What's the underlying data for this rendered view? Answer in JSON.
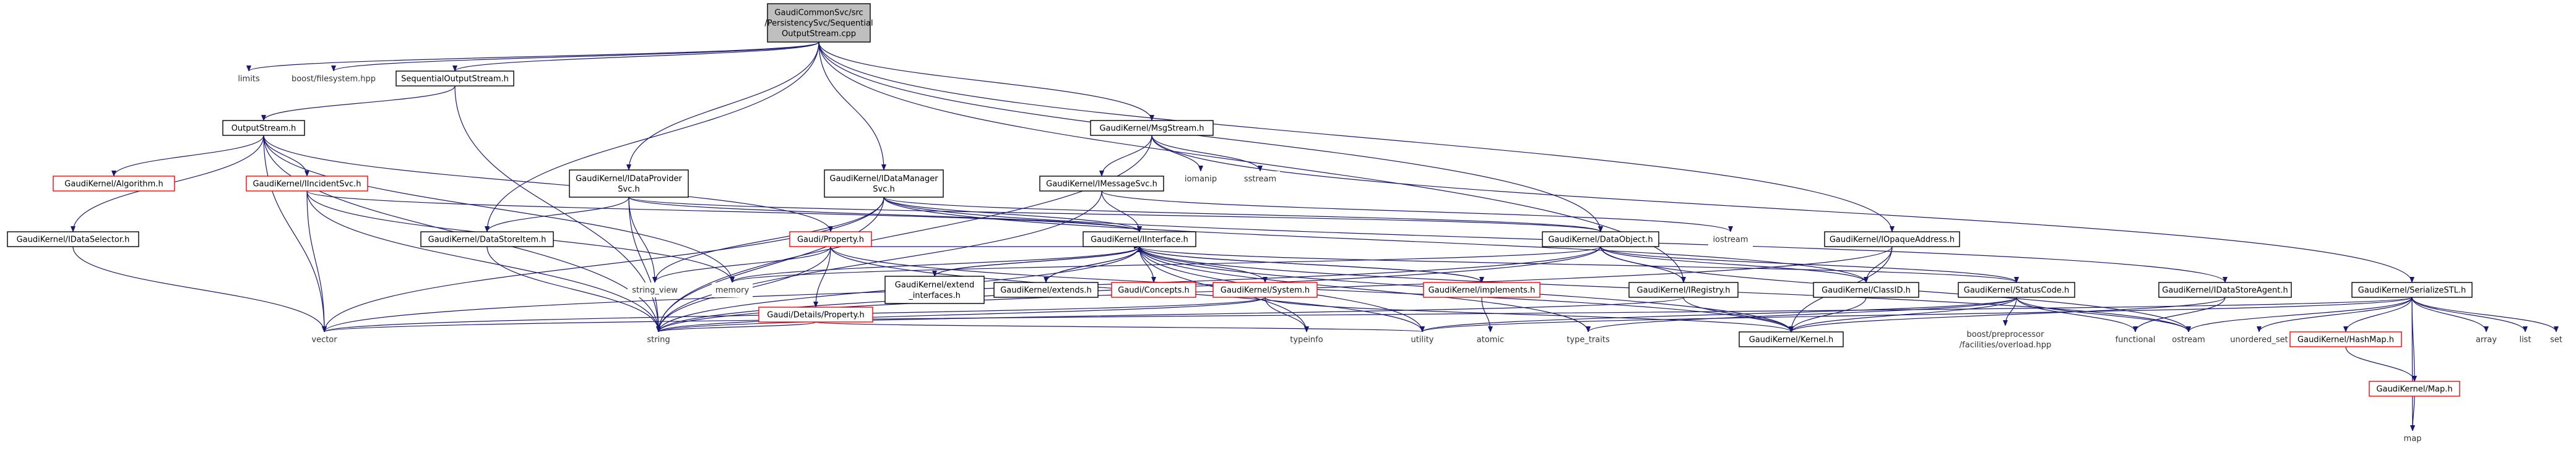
{
  "diagram": {
    "title": "",
    "colors": {
      "edge": "#191970",
      "root_fill": "#bfbfbf",
      "root_stroke": "#000000",
      "normal_stroke": "#000000",
      "incomplete_stroke": "#ff0000",
      "text": "#000000"
    },
    "nodes": [
      {
        "id": "root",
        "lines": [
          "GaudiCommonSvc/src",
          "/PersistencySvc/Sequential",
          "OutputStream.cpp"
        ],
        "style": "root"
      },
      {
        "id": "limits",
        "lines": [
          "limits"
        ],
        "style": "plain"
      },
      {
        "id": "boostfs",
        "lines": [
          "boost/filesystem.hpp"
        ],
        "style": "plain"
      },
      {
        "id": "seqos",
        "lines": [
          "SequentialOutputStream.h"
        ],
        "style": "box"
      },
      {
        "id": "msgstream",
        "lines": [
          "GaudiKernel/MsgStream.h"
        ],
        "style": "box"
      },
      {
        "id": "outputstream",
        "lines": [
          "OutputStream.h"
        ],
        "style": "box"
      },
      {
        "id": "iomanip",
        "lines": [
          "iomanip"
        ],
        "style": "plain"
      },
      {
        "id": "sstream",
        "lines": [
          "sstream"
        ],
        "style": "plain"
      },
      {
        "id": "idataprovider",
        "lines": [
          "GaudiKernel/IDataProvider",
          "Svc.h"
        ],
        "style": "box"
      },
      {
        "id": "idatamanager",
        "lines": [
          "GaudiKernel/IDataManager",
          "Svc.h"
        ],
        "style": "box"
      },
      {
        "id": "imessagesvc",
        "lines": [
          "GaudiKernel/IMessageSvc.h"
        ],
        "style": "box"
      },
      {
        "id": "algorithm",
        "lines": [
          "GaudiKernel/Algorithm.h"
        ],
        "style": "incomplete"
      },
      {
        "id": "iincidentsvc",
        "lines": [
          "GaudiKernel/IIncidentSvc.h"
        ],
        "style": "incomplete"
      },
      {
        "id": "iinterface",
        "lines": [
          "GaudiKernel/IInterface.h"
        ],
        "style": "box"
      },
      {
        "id": "dataobject",
        "lines": [
          "GaudiKernel/DataObject.h"
        ],
        "style": "box"
      },
      {
        "id": "iostream",
        "lines": [
          "iostream"
        ],
        "style": "plain"
      },
      {
        "id": "iopaque",
        "lines": [
          "GaudiKernel/IOpaqueAddress.h"
        ],
        "style": "box"
      },
      {
        "id": "idataselector",
        "lines": [
          "GaudiKernel/IDataSelector.h"
        ],
        "style": "box"
      },
      {
        "id": "datastoreitem",
        "lines": [
          "GaudiKernel/DataStoreItem.h"
        ],
        "style": "box"
      },
      {
        "id": "gproperty",
        "lines": [
          "Gaudi/Property.h"
        ],
        "style": "incomplete"
      },
      {
        "id": "memory",
        "lines": [
          "memory"
        ],
        "style": "plain"
      },
      {
        "id": "stringview",
        "lines": [
          "string_view"
        ],
        "style": "plain"
      },
      {
        "id": "extendif",
        "lines": [
          "GaudiKernel/extend",
          "_interfaces.h"
        ],
        "style": "box"
      },
      {
        "id": "extends",
        "lines": [
          "GaudiKernel/extends.h"
        ],
        "style": "box"
      },
      {
        "id": "concepts",
        "lines": [
          "Gaudi/Concepts.h"
        ],
        "style": "incomplete"
      },
      {
        "id": "detailsprop",
        "lines": [
          "Gaudi/Details/Property.h"
        ],
        "style": "incomplete"
      },
      {
        "id": "system",
        "lines": [
          "GaudiKernel/System.h"
        ],
        "style": "incomplete"
      },
      {
        "id": "implements",
        "lines": [
          "GaudiKernel/implements.h"
        ],
        "style": "incomplete"
      },
      {
        "id": "iregistry",
        "lines": [
          "GaudiKernel/IRegistry.h"
        ],
        "style": "box"
      },
      {
        "id": "classid",
        "lines": [
          "GaudiKernel/ClassID.h"
        ],
        "style": "box"
      },
      {
        "id": "statuscode",
        "lines": [
          "GaudiKernel/StatusCode.h"
        ],
        "style": "box"
      },
      {
        "id": "idatastoreagent",
        "lines": [
          "GaudiKernel/IDataStoreAgent.h"
        ],
        "style": "box"
      },
      {
        "id": "serializestl",
        "lines": [
          "GaudiKernel/SerializeSTL.h"
        ],
        "style": "box"
      },
      {
        "id": "vector",
        "lines": [
          "vector"
        ],
        "style": "plain"
      },
      {
        "id": "string",
        "lines": [
          "string"
        ],
        "style": "plain"
      },
      {
        "id": "typeinfo",
        "lines": [
          "typeinfo"
        ],
        "style": "plain"
      },
      {
        "id": "utility",
        "lines": [
          "utility"
        ],
        "style": "plain"
      },
      {
        "id": "atomic",
        "lines": [
          "atomic"
        ],
        "style": "plain"
      },
      {
        "id": "typetraits",
        "lines": [
          "type_traits"
        ],
        "style": "plain"
      },
      {
        "id": "kernel",
        "lines": [
          "GaudiKernel/Kernel.h"
        ],
        "style": "box"
      },
      {
        "id": "boostpp",
        "lines": [
          "boost/preprocessor",
          "/facilities/overload.hpp"
        ],
        "style": "plain"
      },
      {
        "id": "functional",
        "lines": [
          "functional"
        ],
        "style": "plain"
      },
      {
        "id": "ostream",
        "lines": [
          "ostream"
        ],
        "style": "plain"
      },
      {
        "id": "unorderedset",
        "lines": [
          "unordered_set"
        ],
        "style": "plain"
      },
      {
        "id": "hashmap",
        "lines": [
          "GaudiKernel/HashMap.h"
        ],
        "style": "incomplete"
      },
      {
        "id": "array",
        "lines": [
          "array"
        ],
        "style": "plain"
      },
      {
        "id": "list",
        "lines": [
          "list"
        ],
        "style": "plain"
      },
      {
        "id": "set",
        "lines": [
          "set"
        ],
        "style": "plain"
      },
      {
        "id": "gkmap",
        "lines": [
          "GaudiKernel/Map.h"
        ],
        "style": "incomplete"
      },
      {
        "id": "map",
        "lines": [
          "map"
        ],
        "style": "plain"
      }
    ],
    "edges": [
      [
        "root",
        "limits"
      ],
      [
        "root",
        "boostfs"
      ],
      [
        "root",
        "seqos"
      ],
      [
        "root",
        "msgstream"
      ],
      [
        "root",
        "idataprovider"
      ],
      [
        "root",
        "idatamanager"
      ],
      [
        "root",
        "dataobject"
      ],
      [
        "root",
        "iopaque"
      ],
      [
        "root",
        "datastoreitem"
      ],
      [
        "root",
        "iregistry"
      ],
      [
        "seqos",
        "outputstream"
      ],
      [
        "seqos",
        "string"
      ],
      [
        "outputstream",
        "idataselector"
      ],
      [
        "outputstream",
        "algorithm"
      ],
      [
        "outputstream",
        "iincidentsvc"
      ],
      [
        "outputstream",
        "gproperty"
      ],
      [
        "outputstream",
        "memory"
      ],
      [
        "outputstream",
        "vector"
      ],
      [
        "outputstream",
        "string"
      ],
      [
        "msgstream",
        "imessagesvc"
      ],
      [
        "msgstream",
        "iomanip"
      ],
      [
        "msgstream",
        "sstream"
      ],
      [
        "msgstream",
        "serializestl"
      ],
      [
        "msgstream",
        "string"
      ],
      [
        "idataprovider",
        "datastoreitem"
      ],
      [
        "idataprovider",
        "iinterface"
      ],
      [
        "idataprovider",
        "dataobject"
      ],
      [
        "idataprovider",
        "stringview"
      ],
      [
        "idataprovider",
        "string"
      ],
      [
        "idatamanager",
        "iinterface"
      ],
      [
        "idatamanager",
        "dataobject"
      ],
      [
        "idatamanager",
        "idatastoreagent"
      ],
      [
        "idatamanager",
        "stringview"
      ],
      [
        "idatamanager",
        "string"
      ],
      [
        "idatamanager",
        "classid"
      ],
      [
        "idatamanager",
        "vector"
      ],
      [
        "imessagesvc",
        "iinterface"
      ],
      [
        "imessagesvc",
        "string"
      ],
      [
        "imessagesvc",
        "iostream"
      ],
      [
        "iincidentsvc",
        "iinterface"
      ],
      [
        "iincidentsvc",
        "memory"
      ],
      [
        "iincidentsvc",
        "vector"
      ],
      [
        "iincidentsvc",
        "string"
      ],
      [
        "idataselector",
        "vector"
      ],
      [
        "datastoreitem",
        "string"
      ],
      [
        "iinterface",
        "extendif"
      ],
      [
        "iinterface",
        "extends"
      ],
      [
        "iinterface",
        "concepts"
      ],
      [
        "iinterface",
        "system"
      ],
      [
        "iinterface",
        "implements"
      ],
      [
        "iinterface",
        "kernel"
      ],
      [
        "iinterface",
        "statuscode"
      ],
      [
        "iinterface",
        "typeinfo"
      ],
      [
        "iinterface",
        "utility"
      ],
      [
        "iinterface",
        "typetraits"
      ],
      [
        "iinterface",
        "ostream"
      ],
      [
        "iinterface",
        "string"
      ],
      [
        "iinterface",
        "memory"
      ],
      [
        "extendif",
        "iinterface"
      ],
      [
        "extends",
        "iinterface"
      ],
      [
        "implements",
        "iinterface"
      ],
      [
        "gproperty",
        "detailsprop"
      ],
      [
        "gproperty",
        "stringview"
      ],
      [
        "gproperty",
        "string"
      ],
      [
        "gproperty",
        "utility"
      ],
      [
        "gproperty",
        "kernel"
      ],
      [
        "gproperty",
        "iinterface"
      ],
      [
        "detailsprop",
        "string"
      ],
      [
        "detailsprop",
        "utility"
      ],
      [
        "system",
        "kernel"
      ],
      [
        "system",
        "typeinfo"
      ],
      [
        "system",
        "string"
      ],
      [
        "system",
        "vector"
      ],
      [
        "implements",
        "atomic"
      ],
      [
        "dataobject",
        "classid"
      ],
      [
        "dataobject",
        "statuscode"
      ],
      [
        "dataobject",
        "iregistry"
      ],
      [
        "dataobject",
        "memory"
      ],
      [
        "dataobject",
        "string"
      ],
      [
        "dataobject",
        "ostream"
      ],
      [
        "dataobject",
        "vector"
      ],
      [
        "iregistry",
        "kernel"
      ],
      [
        "iregistry",
        "string"
      ],
      [
        "classid",
        "kernel"
      ],
      [
        "statuscode",
        "kernel"
      ],
      [
        "statuscode",
        "boostpp"
      ],
      [
        "statuscode",
        "functional"
      ],
      [
        "statuscode",
        "ostream"
      ],
      [
        "statuscode",
        "typetraits"
      ],
      [
        "statuscode",
        "utility"
      ],
      [
        "iopaque",
        "classid"
      ],
      [
        "iopaque",
        "kernel"
      ],
      [
        "iopaque",
        "string"
      ],
      [
        "idatastoreagent",
        "kernel"
      ],
      [
        "idatastoreagent",
        "functional"
      ],
      [
        "serializestl",
        "hashmap"
      ],
      [
        "serializestl",
        "gkmap"
      ],
      [
        "serializestl",
        "array"
      ],
      [
        "serializestl",
        "list"
      ],
      [
        "serializestl",
        "map"
      ],
      [
        "serializestl",
        "ostream"
      ],
      [
        "serializestl",
        "set"
      ],
      [
        "serializestl",
        "unorderedset"
      ],
      [
        "serializestl",
        "utility"
      ],
      [
        "serializestl",
        "vector"
      ],
      [
        "hashmap",
        "gkmap"
      ],
      [
        "gkmap",
        "map"
      ]
    ]
  }
}
